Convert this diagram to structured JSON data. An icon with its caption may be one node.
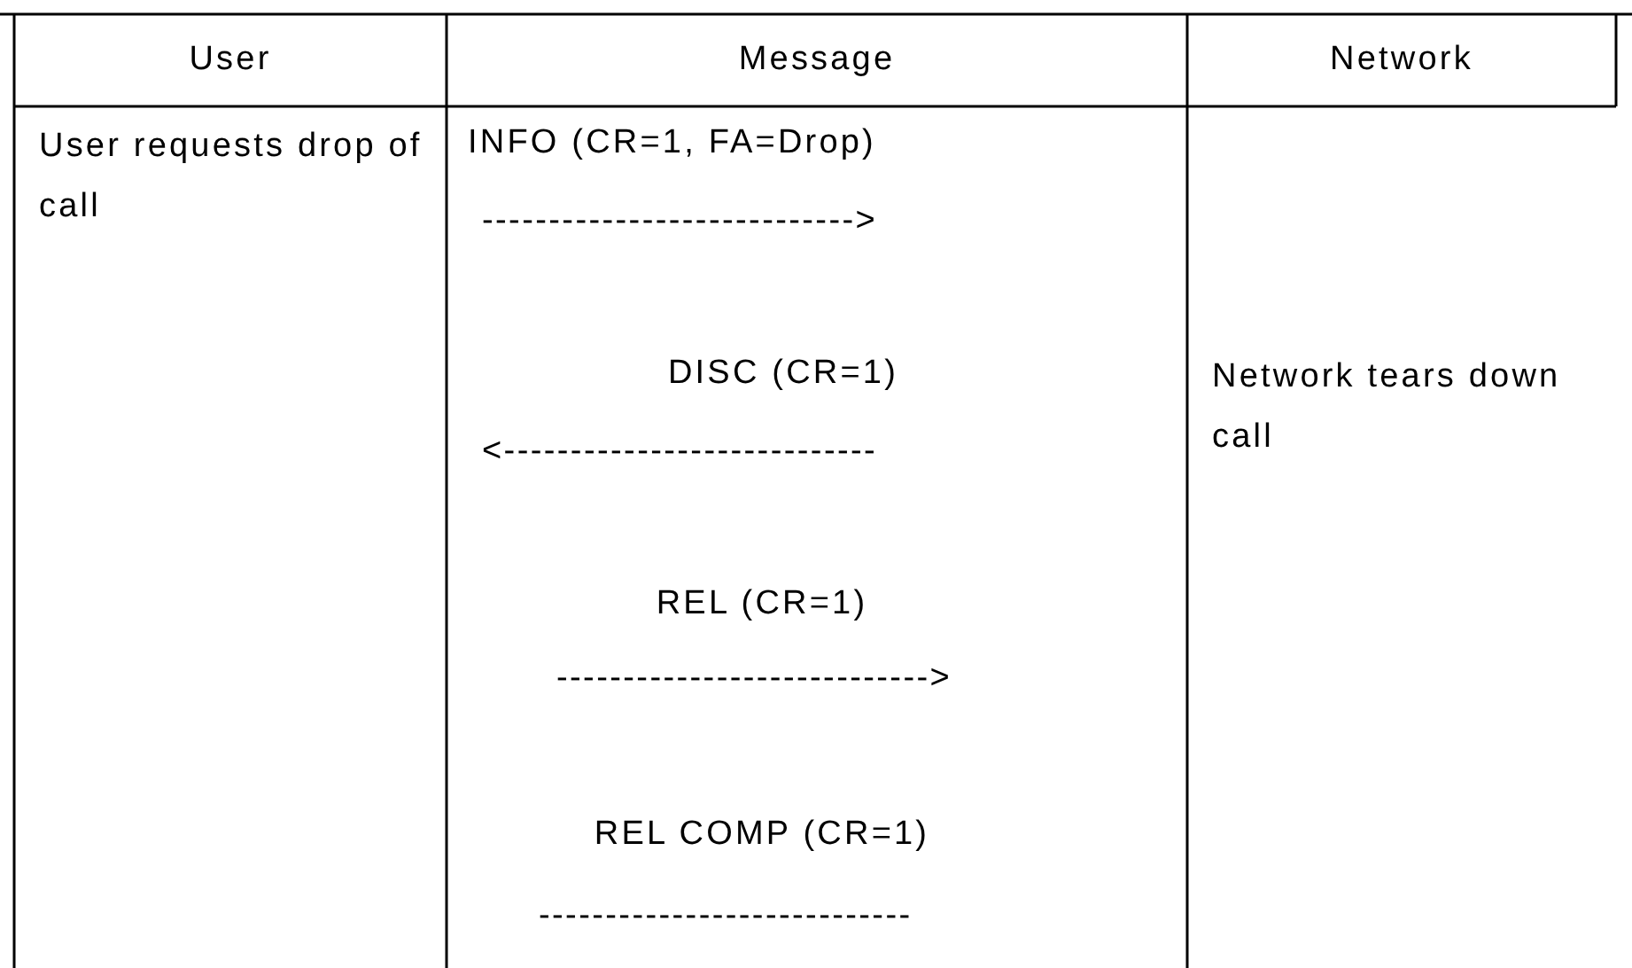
{
  "diagram": {
    "labels": [
      "User",
      "Message",
      "Network",
      "User requests drop of call",
      "INFO (CR=1, FA=Drop)",
      "---------------------------->",
      "DISC (CR=1)",
      "Network tears down call",
      "<----------------------------",
      "REL (CR=1)",
      "---------------------------->",
      "REL COMP (CR=1)",
      "----------------------------"
    ]
  }
}
